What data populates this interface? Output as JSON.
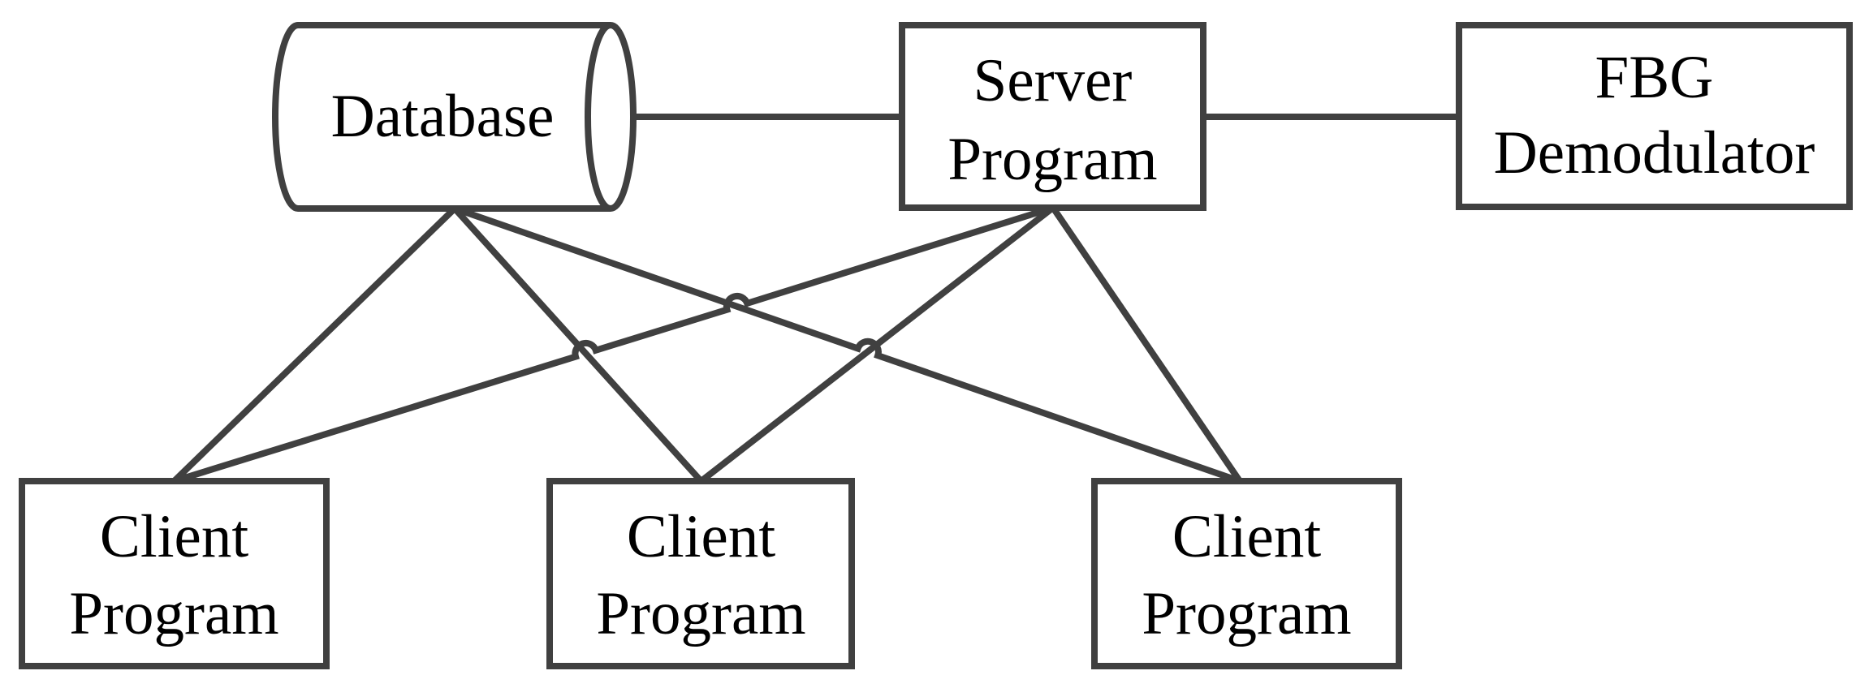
{
  "diagram": {
    "type": "network-architecture",
    "background": "#ffffff",
    "stroke_color": "#404040",
    "text_color": "#000000",
    "nodes": {
      "database": {
        "shape": "cylinder",
        "label": "Database"
      },
      "server_program": {
        "shape": "rect",
        "label": "Server Program",
        "line1": "Server",
        "line2": "Program"
      },
      "fbg_demodulator": {
        "shape": "rect",
        "label": "FBG Demodulator",
        "line1": "FBG",
        "line2": "Demodulator"
      },
      "client_program_1": {
        "shape": "rect",
        "label": "Client Program",
        "line1": "Client",
        "line2": "Program"
      },
      "client_program_2": {
        "shape": "rect",
        "label": "Client Program",
        "line1": "Client",
        "line2": "Program"
      },
      "client_program_3": {
        "shape": "rect",
        "label": "Client Program",
        "line1": "Client",
        "line2": "Program"
      }
    },
    "edges": [
      {
        "from": "database",
        "to": "server_program",
        "orientation": "horizontal",
        "hop_count": 0
      },
      {
        "from": "server_program",
        "to": "fbg_demodulator",
        "orientation": "horizontal",
        "hop_count": 0
      },
      {
        "from": "database",
        "to": "client_program_1",
        "hop_count": 0
      },
      {
        "from": "database",
        "to": "client_program_2",
        "hop_count": 0
      },
      {
        "from": "database",
        "to": "client_program_3",
        "hop_count": 1
      },
      {
        "from": "server_program",
        "to": "client_program_1",
        "hop_count": 2
      },
      {
        "from": "server_program",
        "to": "client_program_2",
        "hop_count": 0
      },
      {
        "from": "server_program",
        "to": "client_program_3",
        "hop_count": 0
      }
    ]
  }
}
